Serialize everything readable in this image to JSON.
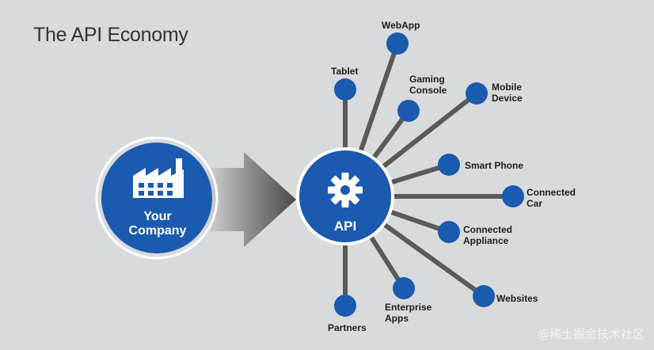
{
  "title": "The API Economy",
  "company": {
    "line1": "Your",
    "line2": "Company",
    "icon": "factory-icon"
  },
  "api": {
    "label": "API",
    "icon": "gear-icon"
  },
  "endpoints": [
    {
      "id": "tablet",
      "lines": [
        "Tablet"
      ]
    },
    {
      "id": "webapp",
      "lines": [
        "WebApp"
      ]
    },
    {
      "id": "gaming-console",
      "lines": [
        "Gaming",
        "Console"
      ]
    },
    {
      "id": "mobile-device",
      "lines": [
        "Mobile",
        "Device"
      ]
    },
    {
      "id": "smart-phone",
      "lines": [
        "Smart Phone"
      ]
    },
    {
      "id": "connected-car",
      "lines": [
        "Connected",
        "Car"
      ]
    },
    {
      "id": "connected-appliance",
      "lines": [
        "Connected",
        "Appliance"
      ]
    },
    {
      "id": "websites",
      "lines": [
        "Websites"
      ]
    },
    {
      "id": "enterprise-apps",
      "lines": [
        "Enterprise",
        "Apps"
      ]
    },
    {
      "id": "partners",
      "lines": [
        "Partners"
      ]
    }
  ],
  "watermark": "@稀土掘金技术社区",
  "colors": {
    "blue": "#1a5bb0",
    "ring": "#ffffff",
    "spoke": "#5a5a5a",
    "arrow": "#555555",
    "background": "#d9dadb"
  }
}
